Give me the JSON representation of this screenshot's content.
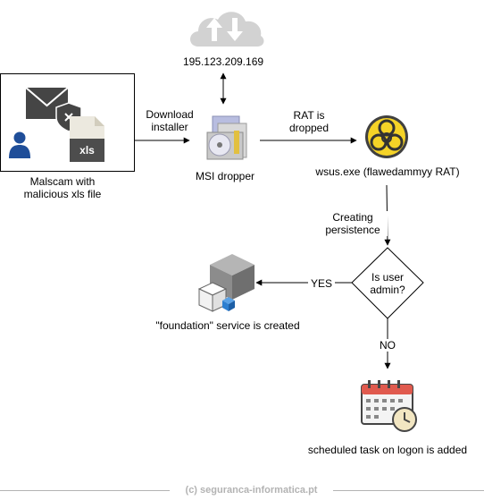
{
  "nodes": {
    "malscam": {
      "label_line1": "Malscam with",
      "label_line2": "malicious xls file",
      "file_tag": "xls"
    },
    "ip": {
      "label": "195.123.209.169"
    },
    "msi": {
      "label": "MSI dropper"
    },
    "rat": {
      "label": "wsus.exe (flawedammyy RAT)"
    },
    "decision": {
      "line1": "Is user",
      "line2": "admin?"
    },
    "service": {
      "label": "\"foundation\" service is created"
    },
    "task": {
      "label": "scheduled task on logon is added"
    }
  },
  "edges": {
    "download": {
      "line1": "Download",
      "line2": "installer"
    },
    "dropped": {
      "line1": "RAT is",
      "line2": "dropped"
    },
    "persistence": {
      "line1": "Creating",
      "line2": "persistence"
    },
    "yes": {
      "label": "YES"
    },
    "no": {
      "label": "NO"
    }
  },
  "footer": {
    "text": "(c) seguranca-informatica.pt"
  },
  "icons": {
    "cloud": "cloud-transfer-icon",
    "mail": "email-shield-icon",
    "user": "user-icon",
    "file": "xls-file-icon",
    "installer": "msi-installer-icon",
    "biohazard": "biohazard-icon",
    "service": "service-cubes-icon",
    "calendar": "calendar-clock-icon"
  },
  "colors": {
    "user_blue": "#1f4e99",
    "biohazard_yellow": "#f5d327",
    "calendar_red": "#e05a4e",
    "clock_fill": "#f2e6c2",
    "cloud_gray": "#d2d2d2",
    "cube_blue": "#2d7fd0",
    "footer_gray": "#b3b3b3"
  }
}
